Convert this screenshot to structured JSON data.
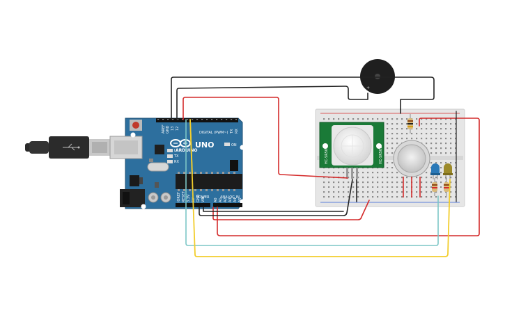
{
  "circuit": {
    "arduino": {
      "brand": "ARDUINO",
      "model": "UNO",
      "header_digital": "DIGITAL (PWM~)",
      "header_power": "POWER",
      "header_analog": "ANALOG IN",
      "pin_aref": "AREF",
      "pin_gnd": "GND",
      "pin_13": "13",
      "pin_12": "12",
      "pin_tx": "TX",
      "pin_rx": "RX",
      "pin_ioref": "IOREF",
      "pin_reset": "RESET",
      "pin_3v3": "3.3V",
      "pin_5v": "5V",
      "pin_vin": "VIN",
      "pin_a0": "A0",
      "pin_a1": "A1",
      "pin_a2": "A2",
      "pin_a3": "A3",
      "pin_a4": "A4",
      "pin_a5": "A5",
      "led_l": "L",
      "led_tx": "TX",
      "led_rx": "RX",
      "led_on": "ON"
    },
    "pir": {
      "label_left": "HC-SR501",
      "label_right": "HC-SR501"
    },
    "colors": {
      "board": "#2d6f9e",
      "breadboard": "#e6e6e6",
      "wire_black": "#222222",
      "wire_red": "#d42a2a",
      "wire_cyan": "#7cc6c6",
      "wire_yellow": "#f2cd2c",
      "pir_pcb": "#1a7a37",
      "led_blue": "#2a79b8",
      "led_olive": "#9c8a2a"
    }
  }
}
